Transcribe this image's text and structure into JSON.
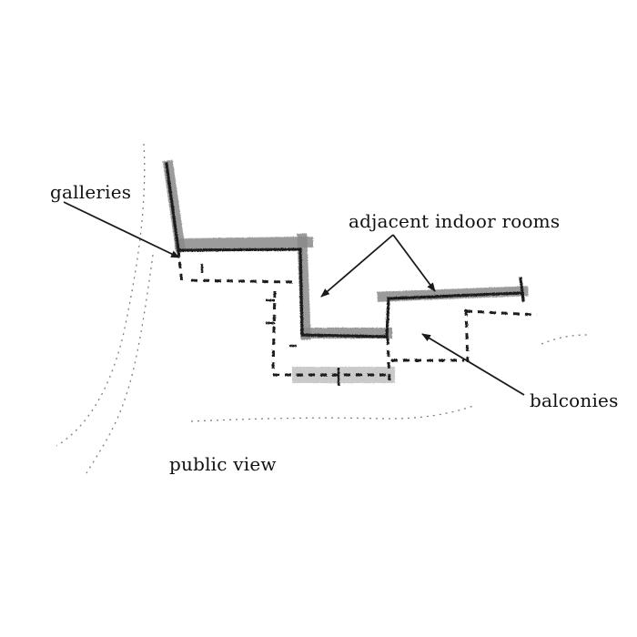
{
  "labels": {
    "galleries": "galleries",
    "adjacent": "adjacent indoor rooms",
    "balconies": "balconies",
    "public": "public view"
  },
  "colors": {
    "ink": "#1a1a1a",
    "hatch": "#8a8a8a",
    "background": "#ffffff"
  }
}
